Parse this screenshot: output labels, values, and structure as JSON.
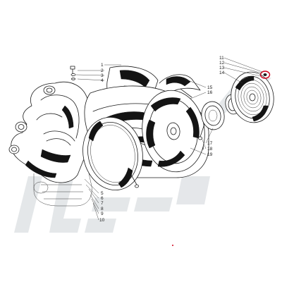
{
  "diagram": {
    "callouts": {
      "c1": "1",
      "c2": "2",
      "c3": "3",
      "c4": "4",
      "c5": "5",
      "c6": "6",
      "c7": "7",
      "c8": "8",
      "c9": "9",
      "c10": "10",
      "c11": "11",
      "c12": "12",
      "c13": "13",
      "c14": "14",
      "c15": "15",
      "c16": "16",
      "c17": "17",
      "c18": "18",
      "c19": "19"
    },
    "highlight_color": "#d0021b",
    "watermark_color": "#cfd4d8"
  }
}
